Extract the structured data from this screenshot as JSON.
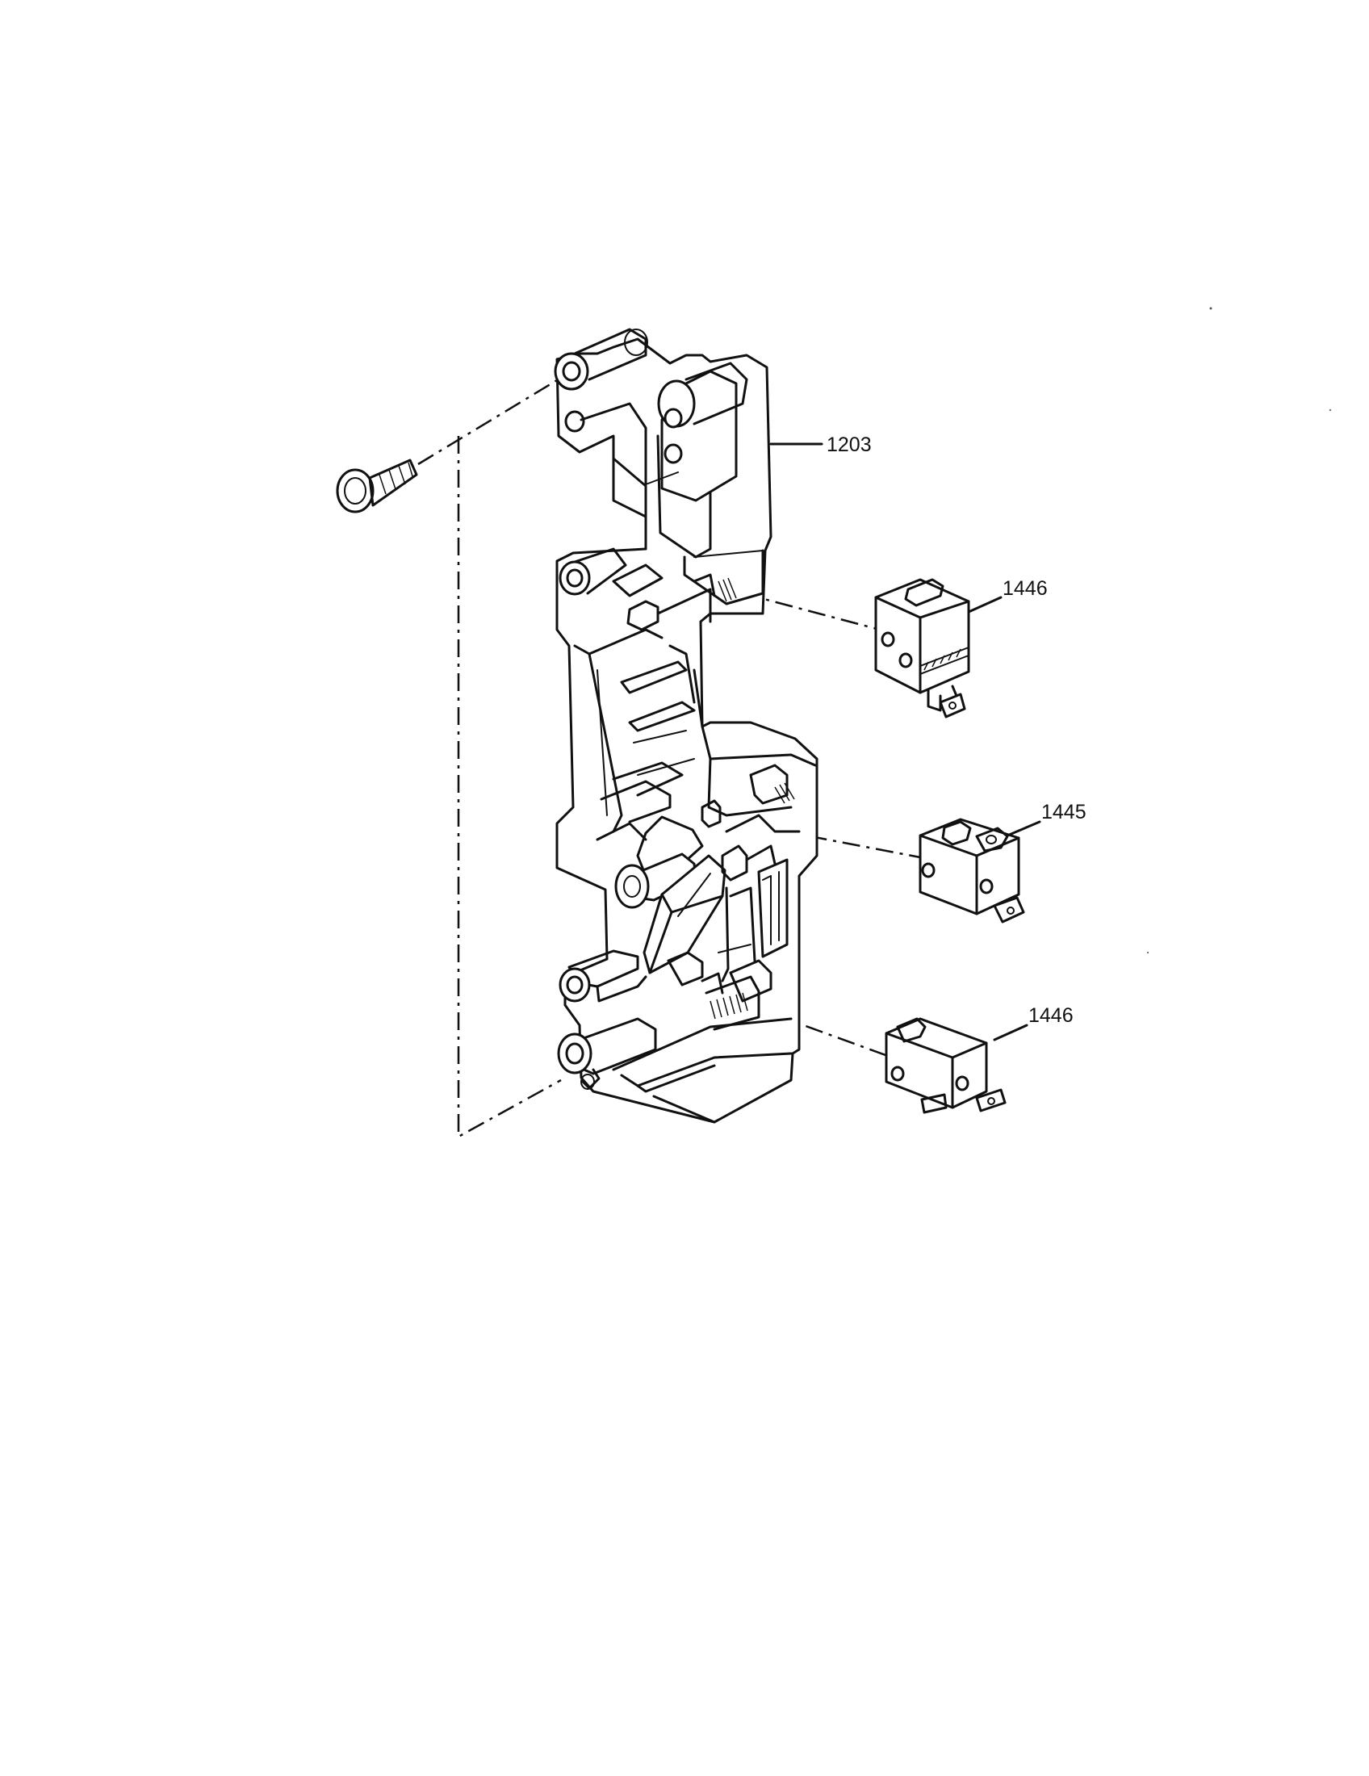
{
  "callouts": {
    "housing": "1203",
    "switch_top": "1446",
    "switch_middle": "1445",
    "switch_bottom": "1446"
  }
}
